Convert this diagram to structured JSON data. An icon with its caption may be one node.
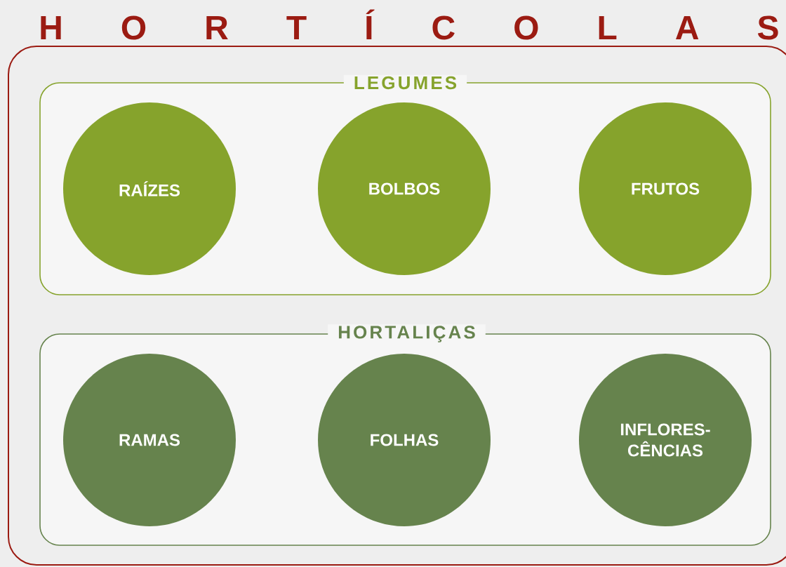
{
  "diagram": {
    "nodes": [
      {
        "text": [
          "H O R T Í C O L A S"
        ]
      },
      {
        "text": [
          "LEGUMES"
        ],
        "in": 0
      },
      {
        "text": [
          "RAÍZES"
        ],
        "in": 1
      },
      {
        "text": [
          "BOLBOS"
        ],
        "in": 1
      },
      {
        "text": [
          "FRUTOS"
        ],
        "in": 1
      },
      {
        "text": [
          "HORTALIÇAS"
        ],
        "in": 0
      },
      {
        "text": [
          "RAMAS"
        ],
        "in": 5
      },
      {
        "text": [
          "FOLHAS"
        ],
        "in": 5
      },
      {
        "text": [
          "INFLORES-CÊNCIAS"
        ],
        "in": 5
      }
    ]
  }
}
